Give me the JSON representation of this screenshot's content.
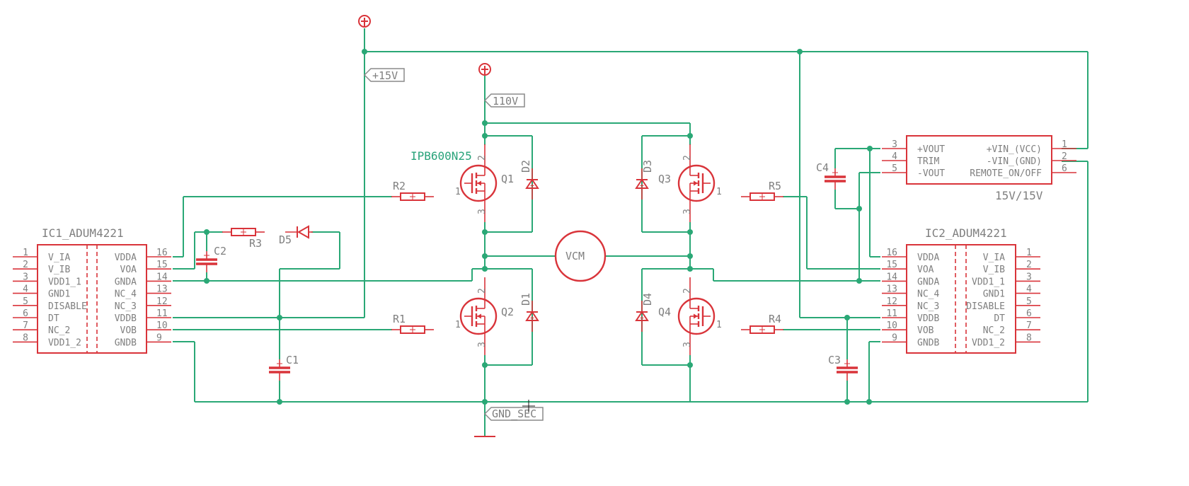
{
  "diagram": {
    "colors": {
      "symbol": "#d9343a",
      "wire": "#2aa876",
      "text": "#7f7f7f",
      "value": "#29a37a",
      "background": "#ffffff"
    },
    "ic1": {
      "name": "IC1_ADUM4221",
      "left_pins": [
        {
          "num": "1",
          "label": "V_IA"
        },
        {
          "num": "2",
          "label": "V_IB"
        },
        {
          "num": "3",
          "label": "VDD1_1"
        },
        {
          "num": "4",
          "label": "GND1"
        },
        {
          "num": "5",
          "label": "DISABLE"
        },
        {
          "num": "6",
          "label": "DT"
        },
        {
          "num": "7",
          "label": "NC_2"
        },
        {
          "num": "8",
          "label": "VDD1_2"
        }
      ],
      "right_pins": [
        {
          "num": "16",
          "label": "VDDA"
        },
        {
          "num": "15",
          "label": "VOA"
        },
        {
          "num": "14",
          "label": "GNDA"
        },
        {
          "num": "13",
          "label": "NC_4"
        },
        {
          "num": "12",
          "label": "NC_3"
        },
        {
          "num": "11",
          "label": "VDDB"
        },
        {
          "num": "10",
          "label": "VOB"
        },
        {
          "num": "9",
          "label": "GNDB"
        }
      ]
    },
    "ic2": {
      "name": "IC2_ADUM4221",
      "left_pins": [
        {
          "num": "16",
          "label": "VDDA"
        },
        {
          "num": "15",
          "label": "VOA"
        },
        {
          "num": "14",
          "label": "GNDA"
        },
        {
          "num": "13",
          "label": "NC_4"
        },
        {
          "num": "12",
          "label": "NC_3"
        },
        {
          "num": "11",
          "label": "VDDB"
        },
        {
          "num": "10",
          "label": "VOB"
        },
        {
          "num": "9",
          "label": "GNDB"
        }
      ],
      "right_pins": [
        {
          "num": "1",
          "label": "V_IA"
        },
        {
          "num": "2",
          "label": "V_IB"
        },
        {
          "num": "3",
          "label": "VDD1_1"
        },
        {
          "num": "4",
          "label": "GND1"
        },
        {
          "num": "5",
          "label": "DISABLE"
        },
        {
          "num": "6",
          "label": "DT"
        },
        {
          "num": "7",
          "label": "NC_2"
        },
        {
          "num": "8",
          "label": "VDD1_2"
        }
      ]
    },
    "dcdc": {
      "name": "15V/15V",
      "left_pins": [
        {
          "num": "3",
          "label": "+VOUT"
        },
        {
          "num": "4",
          "label": "TRIM"
        },
        {
          "num": "5",
          "label": "-VOUT"
        }
      ],
      "right_pins": [
        {
          "num": "1",
          "label": "+VIN_(VCC)"
        },
        {
          "num": "2",
          "label": "-VIN_(GND)"
        },
        {
          "num": "6",
          "label": "REMOTE_ON/OFF"
        }
      ]
    },
    "mosfets": [
      {
        "name": "Q1",
        "g": "1",
        "d": "2",
        "s": "3"
      },
      {
        "name": "Q2",
        "g": "1",
        "d": "2",
        "s": "3"
      },
      {
        "name": "Q3",
        "g": "1",
        "d": "2",
        "s": "3"
      },
      {
        "name": "Q4",
        "g": "1",
        "d": "2",
        "s": "3"
      }
    ],
    "mosfet_value": "IPB600N25",
    "diodes": [
      "D1",
      "D2",
      "D3",
      "D4",
      "D5"
    ],
    "resistors": [
      "R1",
      "R2",
      "R3",
      "R4",
      "R5"
    ],
    "capacitors": [
      "C1",
      "C2",
      "C3",
      "C4"
    ],
    "load": "VCM",
    "net_labels": {
      "v15": "+15V",
      "v110": "110V",
      "gnd": "GND_SEC"
    }
  }
}
